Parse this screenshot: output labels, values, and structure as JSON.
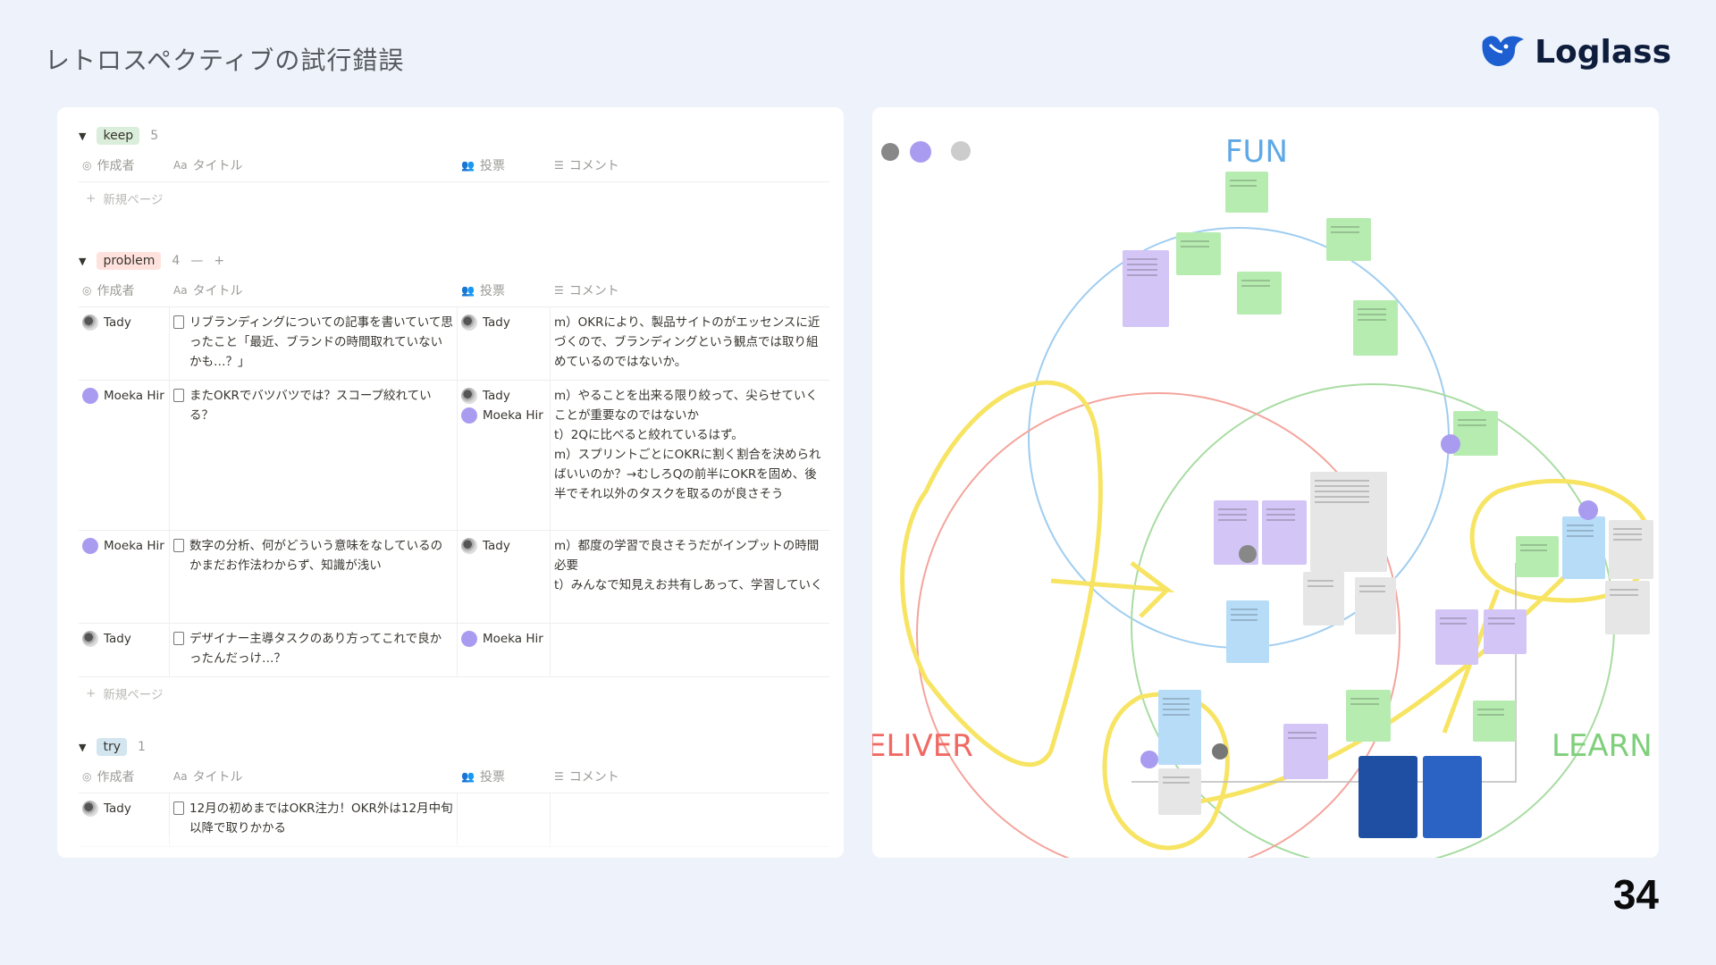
{
  "slide": {
    "title": "レトロスペクティブの試行錯誤",
    "logo_text": "Loglass",
    "page_number": "34"
  },
  "notion": {
    "headers": {
      "author": "作成者",
      "title": "タイトル",
      "vote": "投票",
      "comment": "コメント",
      "title_prefix": "Aa"
    },
    "new_page": "新規ページ",
    "groups": {
      "keep": {
        "tag": "keep",
        "count": "5"
      },
      "problem": {
        "tag": "problem",
        "count": "4",
        "rows": [
          {
            "author": "Tady",
            "title": "リブランディングについての記事を書いていて思ったこと「最近、ブランドの時間取れていないかも…？」",
            "votes": [
              "Tady"
            ],
            "comment": "m）OKRにより、製品サイトのがエッセンスに近づくので、ブランディングという観点では取り組めているのではないか。"
          },
          {
            "author": "Moeka Hir",
            "title": "またOKRでバツバツでは？スコープ絞れている？",
            "votes": [
              "Tady",
              "Moeka Hir"
            ],
            "comment": "m）やることを出来る限り絞って、尖らせていくことが重要なのではないか\nt）2Qに比べると絞れているはず。\nm）スプリントごとにOKRに割く割合を決められばいいのか？→むしろQの前半にOKRを固め、後半でそれ以外のタスクを取るのが良さそう"
          },
          {
            "author": "Moeka Hir",
            "title": "数字の分析、何がどういう意味をなしているのかまだお作法わからず、知識が浅い",
            "votes": [
              "Tady"
            ],
            "comment": "m）都度の学習で良さそうだがインプットの時間必要\nt）みんなで知見えお共有しあって、学習していく"
          },
          {
            "author": "Tady",
            "title": "デザイナー主導タスクのあり方ってこれで良かったんだっけ…？",
            "votes": [
              "Moeka Hir"
            ],
            "comment": ""
          }
        ]
      },
      "try": {
        "tag": "try",
        "count": "1",
        "rows": [
          {
            "author": "Tady",
            "title": "12月の初めまではOKR注力！OKR外は12月中旬以降で取りかかる",
            "votes": [],
            "comment": ""
          }
        ]
      }
    }
  },
  "whiteboard": {
    "labels": {
      "fun": "FUN",
      "learn": "LEARN",
      "deliver": "ELIVER"
    },
    "colors": {
      "fun": "#5fa8e6",
      "learn": "#7fcf7b",
      "deliver": "#f06a64",
      "marker": "#f7e463"
    }
  }
}
